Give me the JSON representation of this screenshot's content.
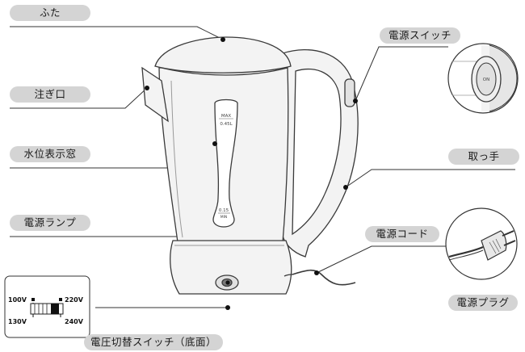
{
  "labels": {
    "lid": "ふた",
    "spout": "注ぎ口",
    "window": "水位表示窓",
    "lamp": "電源ランプ",
    "switch": "電源スイッチ",
    "handle": "取っ手",
    "cord": "電源コード",
    "plug": "電源プラグ",
    "voltage": "電圧切替スイッチ（底面）"
  },
  "window_marks": {
    "max": "MAX",
    "max_vol": "0.45L",
    "min": "0.15",
    "min_sub": "MIN"
  },
  "power_switch": {
    "on": "ON"
  },
  "voltage_switch": {
    "a_top": "100V",
    "a_bottom": "130V",
    "b_top": "220V",
    "b_bottom": "240V"
  },
  "colors": {
    "line": "#3a3a3a",
    "pill": "#d4d4d4",
    "fill": "#f2f2f2"
  }
}
